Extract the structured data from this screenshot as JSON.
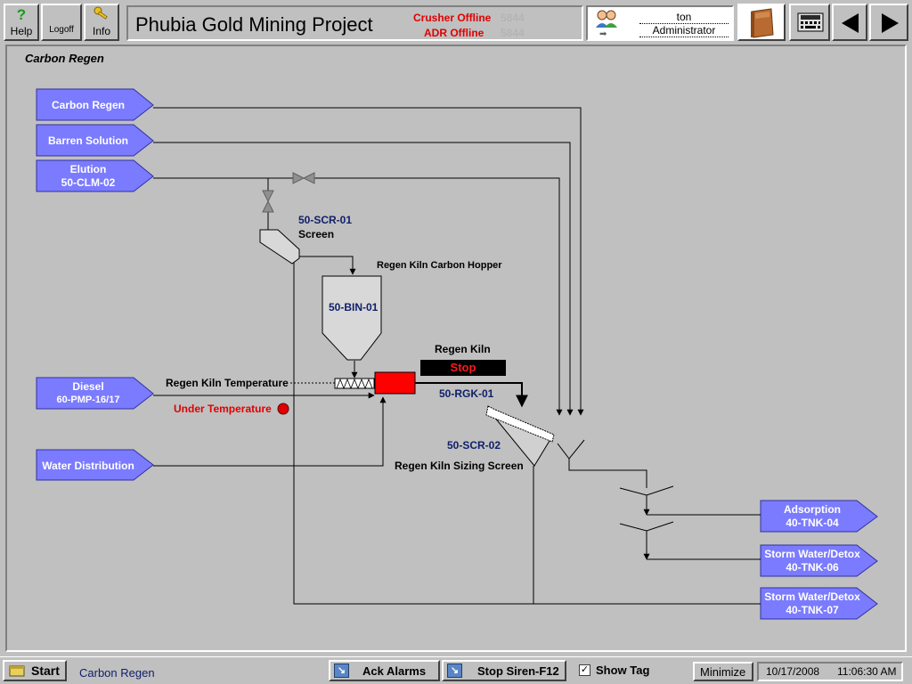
{
  "toolbar": {
    "help_label": "Help",
    "logoff_label": "Logoff",
    "info_label": "Info",
    "title": "Phubia Gold Mining Project",
    "status": [
      {
        "text": "Crusher Offline",
        "ghost": "5844"
      },
      {
        "text": "ADR Offline",
        "ghost": "5844"
      }
    ],
    "user": {
      "name": "ton",
      "role": "Administrator"
    }
  },
  "screen_title": "Carbon Regen",
  "inputs": [
    {
      "line1": "Carbon Regen",
      "line2": ""
    },
    {
      "line1": "Barren Solution",
      "line2": ""
    },
    {
      "line1": "Elution",
      "line2": "50-CLM-02"
    },
    {
      "line1": "Diesel",
      "line2": "60-PMP-16/17"
    },
    {
      "line1": "Water Distribution",
      "line2": ""
    }
  ],
  "outputs": [
    {
      "line1": "Adsorption",
      "line2": "40-TNK-04"
    },
    {
      "line1": "Storm Water/Detox",
      "line2": "40-TNK-06"
    },
    {
      "line1": "Storm Water/Detox",
      "line2": "40-TNK-07"
    }
  ],
  "equipment": {
    "screen": {
      "tag": "50-SCR-01",
      "name": "Screen"
    },
    "hopper": {
      "name": "Regen Kiln Carbon Hopper",
      "tag": "50-BIN-01"
    },
    "kiln": {
      "name": "Regen Kiln",
      "status": "Stop",
      "tag": "50-RGK-01",
      "status_color": "#ff1a1a"
    },
    "temperature": {
      "label": "Regen Kiln Temperature",
      "alarm": "Under Temperature",
      "alarm_color": "#e00000"
    },
    "sizing_screen": {
      "tag": "50-SCR-02",
      "name": "Regen Kiln Sizing Screen"
    }
  },
  "bottom": {
    "start_label": "Start",
    "current_screen": "Carbon Regen",
    "ack_alarms": "Ack Alarms",
    "stop_siren": "Stop Siren-F12",
    "show_tag_label": "Show Tag",
    "show_tag_checked": true,
    "minimize": "Minimize",
    "date": "10/17/2008",
    "time": "11:06:30 AM"
  },
  "colors": {
    "flow_label": "#7b7bff",
    "kiln_red": "#ff0000",
    "background": "#c0c0c0"
  },
  "icons": [
    "help-icon",
    "key-icon",
    "users-icon",
    "book-icon",
    "keyboard-icon",
    "back-arrow-icon",
    "forward-arrow-icon",
    "alarm-ack-icon",
    "siren-icon",
    "start-icon"
  ]
}
